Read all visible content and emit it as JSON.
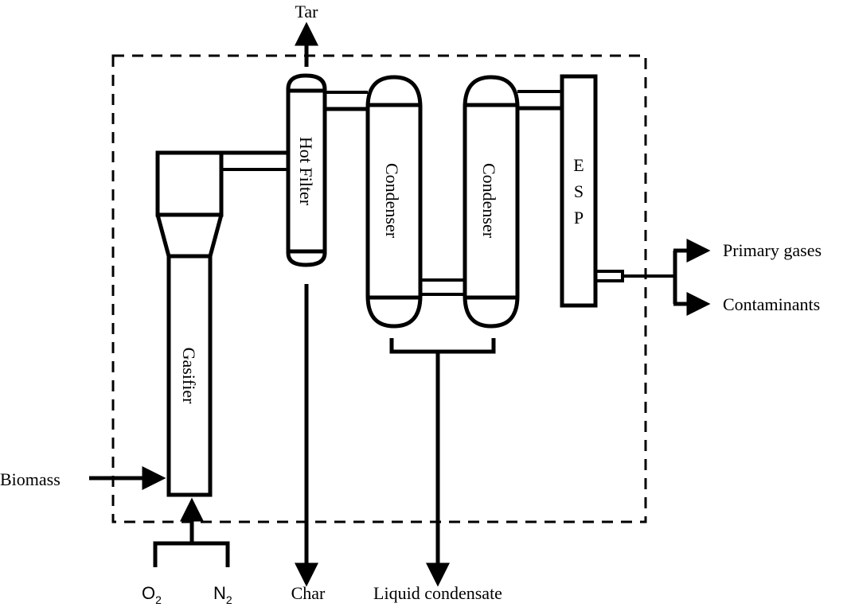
{
  "diagram": {
    "type": "process-flow",
    "units": {
      "gasifier": "Gasifier",
      "hot_filter": "Hot Filter",
      "condenser_1": "Condenser",
      "condenser_2": "Condenser",
      "esp": [
        "E",
        "S",
        "P"
      ]
    },
    "inputs": {
      "biomass": "Biomass",
      "oxygen": {
        "base": "O",
        "sub": "2"
      },
      "nitrogen": {
        "base": "N",
        "sub": "2"
      }
    },
    "outputs": {
      "tar": "Tar",
      "char": "Char",
      "liquid_condensate": "Liquid condensate",
      "primary_gases": "Primary gases",
      "contaminants": "Contaminants"
    },
    "colors": {
      "line": "#000000",
      "background": "#ffffff"
    }
  }
}
